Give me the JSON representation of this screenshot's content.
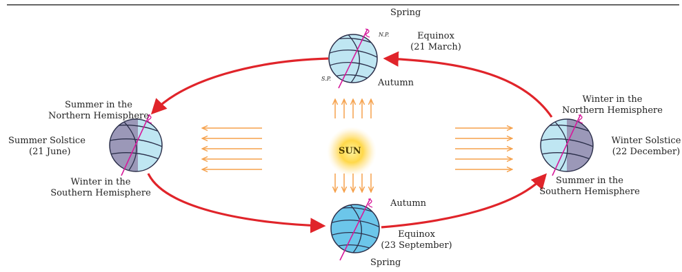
{
  "center": {
    "sun_label": "SUN"
  },
  "top": {
    "season_top": "Spring",
    "title_line1": "Equinox",
    "title_line2": "(21 March)",
    "np": "N.P.",
    "sp": "S.P.",
    "season_bottom": "Autumn"
  },
  "left": {
    "upper_line1": "Summer in the",
    "upper_line2": "Northern Hemisphere",
    "title_line1": "Summer Solstice",
    "title_line2": "(21 June)",
    "lower_line1": "Winter in the",
    "lower_line2": "Southern Hemisphere"
  },
  "right": {
    "upper_line1": "Winter in the",
    "upper_line2": "Northern Hemisphere",
    "title_line1": "Winter Solstice",
    "title_line2": "(22 December)",
    "lower_line1": "Summer in the",
    "lower_line2": "Southern Hemisphere"
  },
  "bottom": {
    "season_top": "Autumn",
    "title_line1": "Equinox",
    "title_line2": "(23 September)",
    "season_bottom": "Spring"
  },
  "colors": {
    "orbit": "#e0242a",
    "sun_rays": "#f5a04a",
    "axis": "#d6189a",
    "globe_light": "#bfe6f2",
    "globe_dark": "#9b98b8",
    "globe_blue": "#6cc6ea"
  }
}
